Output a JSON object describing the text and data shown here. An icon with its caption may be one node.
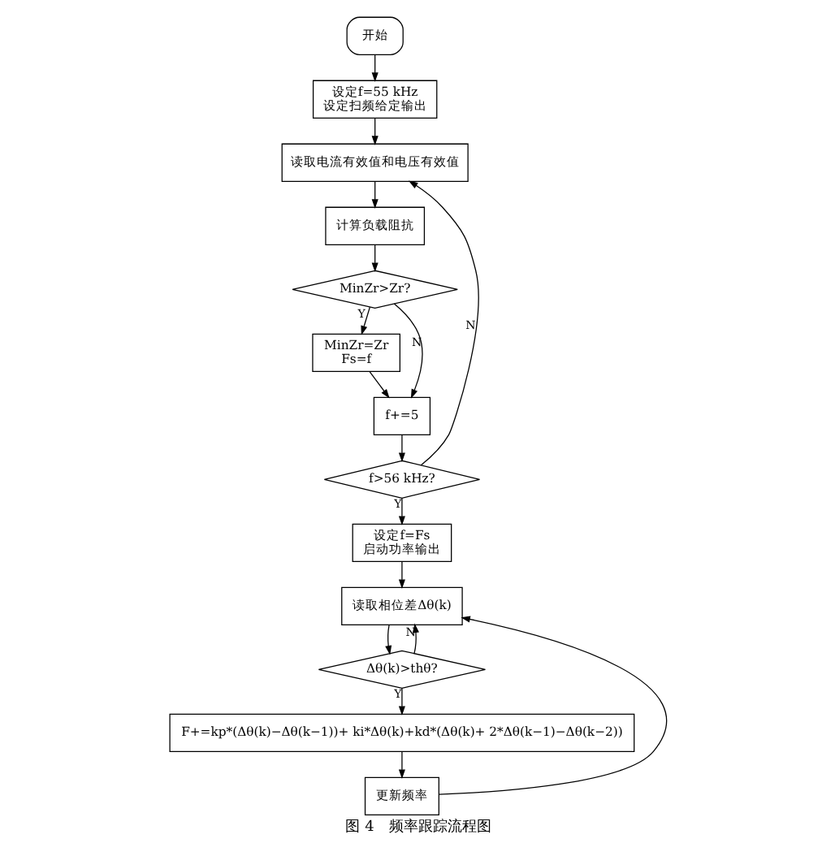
{
  "diagram": {
    "caption": "图 4　频率跟踪流程图",
    "nodes": [
      {
        "text": [
          "开始"
        ]
      },
      {
        "text": [
          "设定f=55 kHz",
          "设定扫频给定输出"
        ]
      },
      {
        "text": [
          "读取电流有效值和电压有效值"
        ]
      },
      {
        "text": [
          "计算负载阻抗"
        ]
      },
      {
        "text": [
          "MinZr>Zr?"
        ]
      },
      {
        "text": [
          "MinZr=Zr",
          "Fs=f"
        ]
      },
      {
        "text": [
          "f+=5"
        ]
      },
      {
        "text": [
          "f>56 kHz?"
        ]
      },
      {
        "text": [
          "设定f=Fs",
          "启动功率输出"
        ]
      },
      {
        "text": [
          "读取相位差Δθ(k)"
        ]
      },
      {
        "text": [
          "Δθ(k)>thθ?"
        ]
      },
      {
        "text": [
          "F+=kp*(Δθ(k)−Δθ(k−1))+ ki*Δθ(k)+kd*(Δθ(k)+ 2*Δθ(k−1)−Δθ(k−2))"
        ]
      },
      {
        "text": [
          "更新频率"
        ]
      }
    ],
    "edges": [
      {
        "from": 0,
        "to": 1,
        "arrow": "to"
      },
      {
        "from": 1,
        "to": 2,
        "arrow": "to"
      },
      {
        "from": 2,
        "to": 3,
        "arrow": "to"
      },
      {
        "from": 3,
        "to": 4,
        "arrow": "to"
      },
      {
        "from": 4,
        "to": 5,
        "arrow": "to",
        "label": "Y"
      },
      {
        "from": 4,
        "to": 6,
        "arrow": "to",
        "label": "N"
      },
      {
        "from": 5,
        "to": 6,
        "arrow": "to"
      },
      {
        "from": 6,
        "to": 7,
        "arrow": "to"
      },
      {
        "from": 7,
        "to": 2,
        "arrow": "to",
        "label": "N"
      },
      {
        "from": 7,
        "to": 8,
        "arrow": "to",
        "label": "Y"
      },
      {
        "from": 8,
        "to": 9,
        "arrow": "to"
      },
      {
        "from": 9,
        "to": 10,
        "arrow": "to"
      },
      {
        "from": 10,
        "to": 9,
        "arrow": "to",
        "label": "N"
      },
      {
        "from": 10,
        "to": 11,
        "arrow": "to",
        "label": "Y"
      },
      {
        "from": 11,
        "to": 12,
        "arrow": "to"
      },
      {
        "from": 12,
        "to": 9,
        "arrow": "to"
      }
    ]
  }
}
